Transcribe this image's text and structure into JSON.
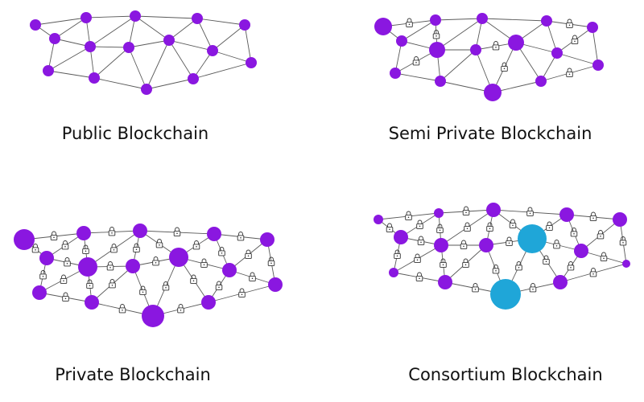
{
  "colors": {
    "node": "#8a17e0",
    "special_node": "#1fa6d8",
    "edge": "#5a5a5a",
    "background": "#ffffff"
  },
  "panels": [
    {
      "id": "public",
      "title": "Public Blockchain",
      "locks": "none"
    },
    {
      "id": "semi-private",
      "title": "Semi Private Blockchain",
      "locks": "some"
    },
    {
      "id": "private",
      "title": "Private Blockchain",
      "locks": "all"
    },
    {
      "id": "consortium",
      "title": "Consortium Blockchain",
      "locks": "all"
    }
  ],
  "icons": {
    "lock": "padlock-icon"
  }
}
